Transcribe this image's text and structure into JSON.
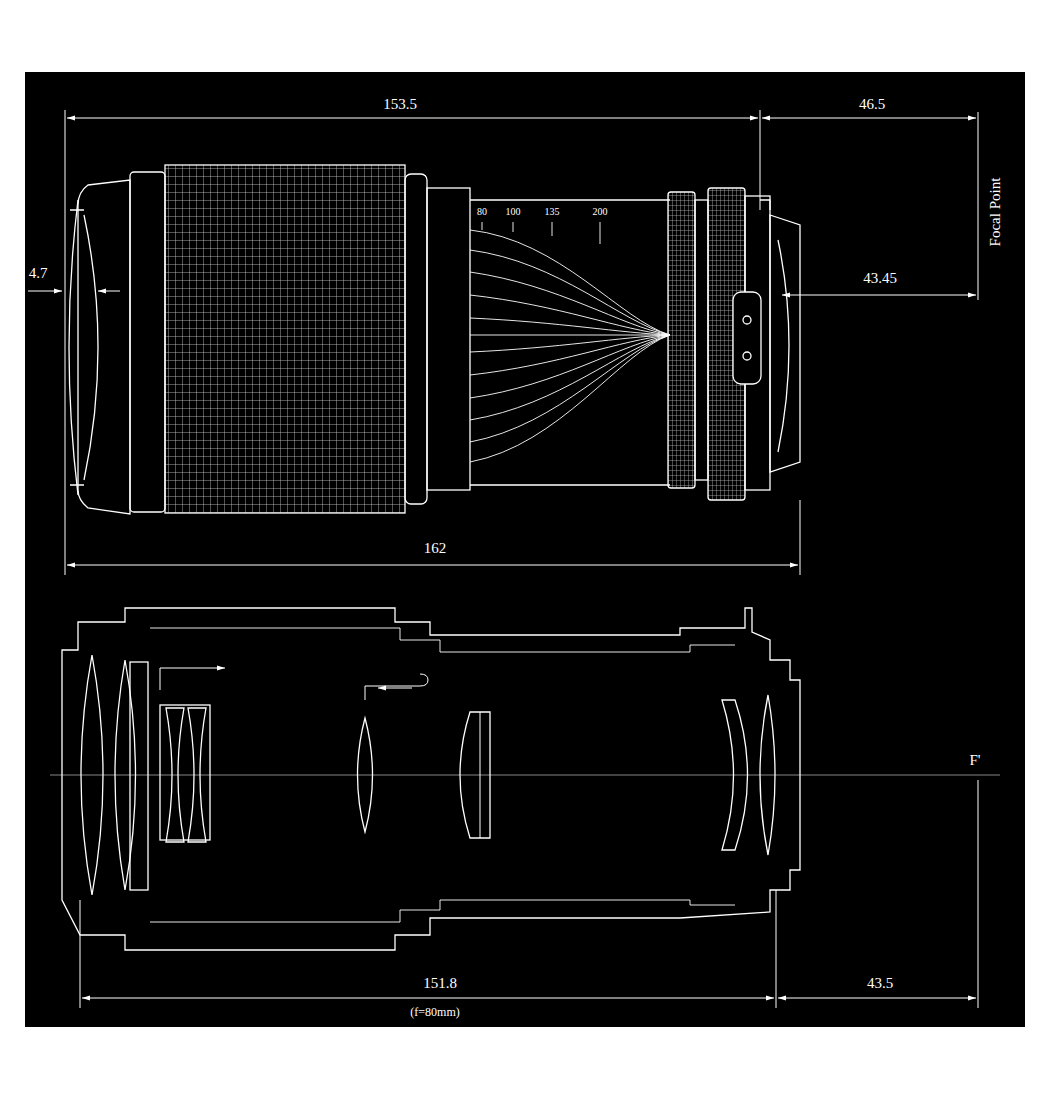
{
  "diagram": {
    "labels": [
      "153.5",
      "46.5",
      "Focal Point",
      "4.7",
      "43.45",
      "80",
      "100",
      "135",
      "200",
      "162",
      "151.8",
      "43.5",
      "(f=80mm)",
      "F'"
    ]
  }
}
